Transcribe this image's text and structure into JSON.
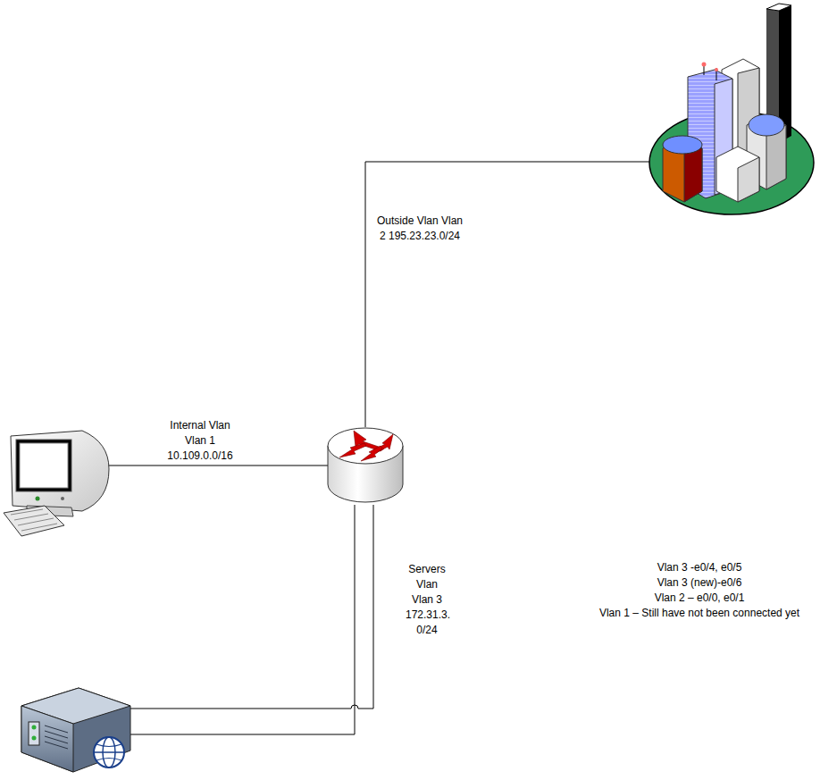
{
  "diagram": {
    "labels": [
      "Outside Vlan Vlan 2 195.23.23.0/24",
      "Internal Vlan Vlan 1 10.109.0.0/16",
      "Servers Vlan Vlan 3 172.31.3. 0/24",
      "Vlan 3 -e0/4, e0/5",
      "Vlan 3 (new)-e0/6",
      "Vlan 2 – e0/0, e0/1",
      "Vlan 1 – Still have not been connected yet"
    ]
  }
}
